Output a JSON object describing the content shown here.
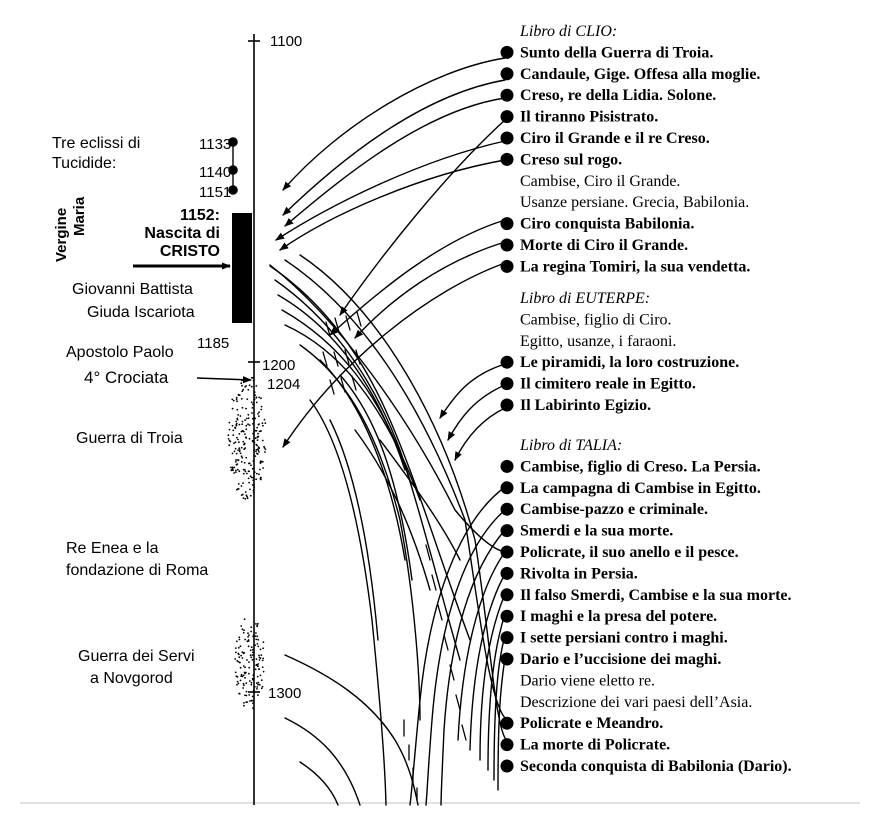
{
  "timeline": {
    "years": {
      "y1100": "1100",
      "y1133": "1133",
      "y1140": "1140",
      "y1151": "1151",
      "y1152": "1152:",
      "y1185": "1185",
      "y1200": "1200",
      "y1204": "1204",
      "y1300": "1300"
    },
    "left_labels": {
      "eclipses_line1": "Tre eclissi di",
      "eclipses_line2": "Tucidide:",
      "vergine": "Vergine",
      "maria": "Maria",
      "nascita_line1": "Nascita di",
      "nascita_line2": "CRISTO",
      "giovanni": "Giovanni Battista",
      "giuda": "Giuda Iscariota",
      "paolo": "Apostolo Paolo",
      "crociata": "4° Crociata",
      "troia": "Guerra di Troia",
      "enea_line1": "Re Enea e la",
      "enea_line2": "fondazione di Roma",
      "servi_line1": "Guerra dei Servi",
      "servi_line2": "a Novgorod"
    }
  },
  "books": {
    "clio": {
      "title": "Libro di CLIO:",
      "entries": [
        {
          "text": "Sunto della Guerra di Troia.",
          "bold": true
        },
        {
          "text": "Candaule, Gige. Offesa alla moglie.",
          "bold": true
        },
        {
          "text": "Creso, re della Lidia. Solone.",
          "bold": true
        },
        {
          "text": "Il tiranno Pisistrato.",
          "bold": true
        },
        {
          "text": "Ciro il Grande e il re Creso.",
          "bold": true
        },
        {
          "text": "Creso sul rogo.",
          "bold": true
        },
        {
          "text": "Cambise, Ciro il Grande.",
          "bold": false
        },
        {
          "text": "Usanze persiane. Grecia, Babilonia.",
          "bold": false
        },
        {
          "text": "Ciro conquista Babilonia.",
          "bold": true
        },
        {
          "text": "Morte di Ciro il Grande.",
          "bold": true
        },
        {
          "text": "La regina Tomiri, la sua vendetta.",
          "bold": true
        }
      ]
    },
    "euterpe": {
      "title": "Libro di EUTERPE:",
      "entries": [
        {
          "text": "Cambise, figlio di Ciro.",
          "bold": false
        },
        {
          "text": "Egitto, usanze, i faraoni.",
          "bold": false
        },
        {
          "text": "Le piramidi, la loro costruzione.",
          "bold": true
        },
        {
          "text": "Il cimitero reale in Egitto.",
          "bold": true
        },
        {
          "text": "Il Labirinto Egizio.",
          "bold": true
        }
      ]
    },
    "talia": {
      "title": "Libro di TALIA:",
      "entries": [
        {
          "text": "Cambise, figlio di Creso. La Persia.",
          "bold": true
        },
        {
          "text": "La campagna di Cambise in Egitto.",
          "bold": true
        },
        {
          "text": "Cambise-pazzo e criminale.",
          "bold": true
        },
        {
          "text": "Smerdi e la sua morte.",
          "bold": true
        },
        {
          "text": "Policrate, il suo anello e il pesce.",
          "bold": true
        },
        {
          "text": "Rivolta in Persia.",
          "bold": true
        },
        {
          "text": "Il falso Smerdi, Cambise e la sua morte.",
          "bold": true
        },
        {
          "text": "I maghi e la presa del potere.",
          "bold": true
        },
        {
          "text": "I sette persiani contro i maghi.",
          "bold": true
        },
        {
          "text": "Dario e l’uccisione dei maghi.",
          "bold": true
        },
        {
          "text": "Dario viene eletto re.",
          "bold": false
        },
        {
          "text": "Descrizione dei vari paesi dell’Asia.",
          "bold": false
        },
        {
          "text": "Policrate e Meandro.",
          "bold": true
        },
        {
          "text": "La morte di Policrate.",
          "bold": true
        },
        {
          "text": "Seconda conquista di Babilonia (Dario).",
          "bold": true
        }
      ]
    }
  },
  "colors": {
    "ink": "#000000",
    "background": "#ffffff"
  }
}
